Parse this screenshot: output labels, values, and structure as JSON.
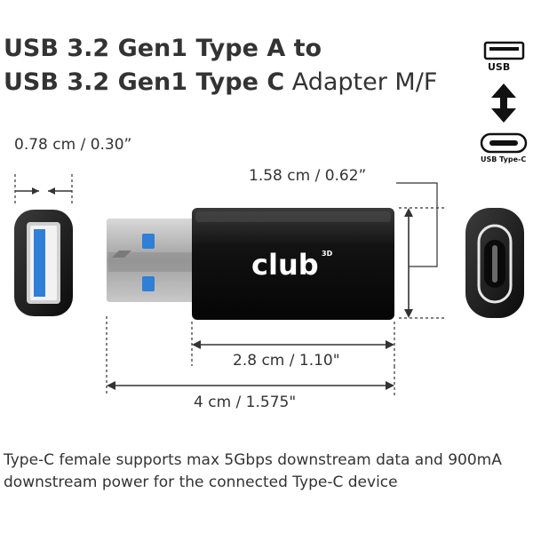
{
  "title": {
    "line1_bold": "USB 3.2 Gen1 Type A to",
    "line2_bold": "USB 3.2 Gen1 Type C",
    "line2_light": "Adapter M/F"
  },
  "legend": {
    "top_label": "USB",
    "bottom_label": "USB Type-C"
  },
  "dimensions": {
    "usb_a_width": "0.78 cm / 0.30”",
    "height": "1.58 cm / 0.62”",
    "body_length": "2.8 cm / 1.10\"",
    "total_length": "4 cm / 1.575\""
  },
  "brand": {
    "logo_text": "club",
    "logo_superscript": "3D"
  },
  "description": "Type-C female supports max 5Gbps downstream data and 900mA downstream power for the connected Type-C device",
  "colors": {
    "text": "#333333",
    "connector_blue": "#2f7fd6",
    "body_black": "#151515",
    "metal": "#a8a8a8"
  }
}
